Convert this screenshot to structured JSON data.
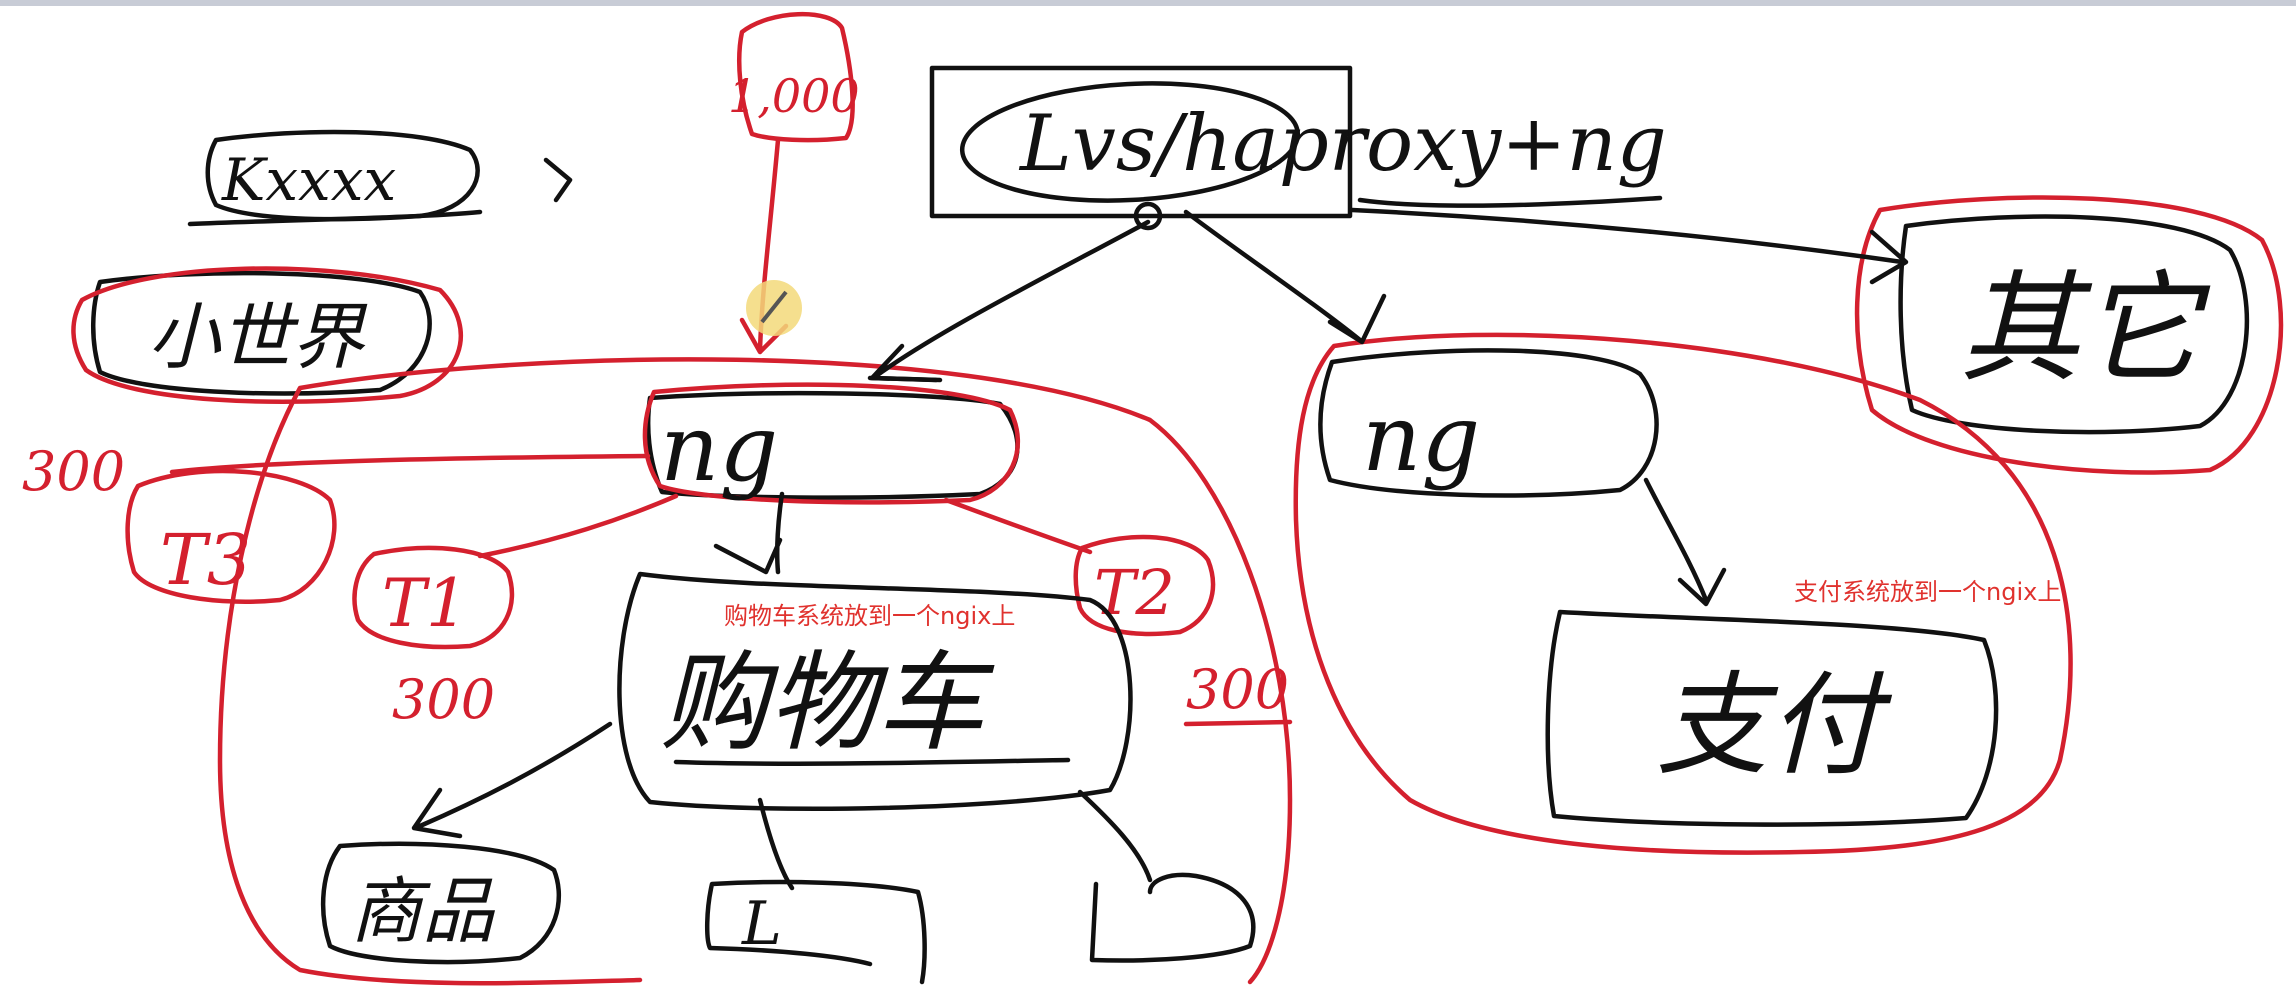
{
  "notes": {
    "cart": "购物车系统放到一个ngix上",
    "payment": "支付系统放到一个ngix上"
  },
  "handwriting": {
    "gateway": "Lvs/haproxy+ng",
    "left_top": "Kxxxx",
    "shop_label": "小世界",
    "incoming": "1,000",
    "other_system": "其它",
    "cart_ng": "ng",
    "pay_ng": "ng",
    "cart": "购物车",
    "payment": "支付",
    "t1": "T1",
    "t2": "T2",
    "t3": "T3",
    "t1_count": "300",
    "t2_count": "300",
    "t3_count": "300",
    "sub_left": "商品",
    "sub_middle": "L"
  },
  "colors": {
    "ink": "#111111",
    "pen_red": "#d4202e",
    "note_red": "#e0322e",
    "background": "#ffffff"
  }
}
